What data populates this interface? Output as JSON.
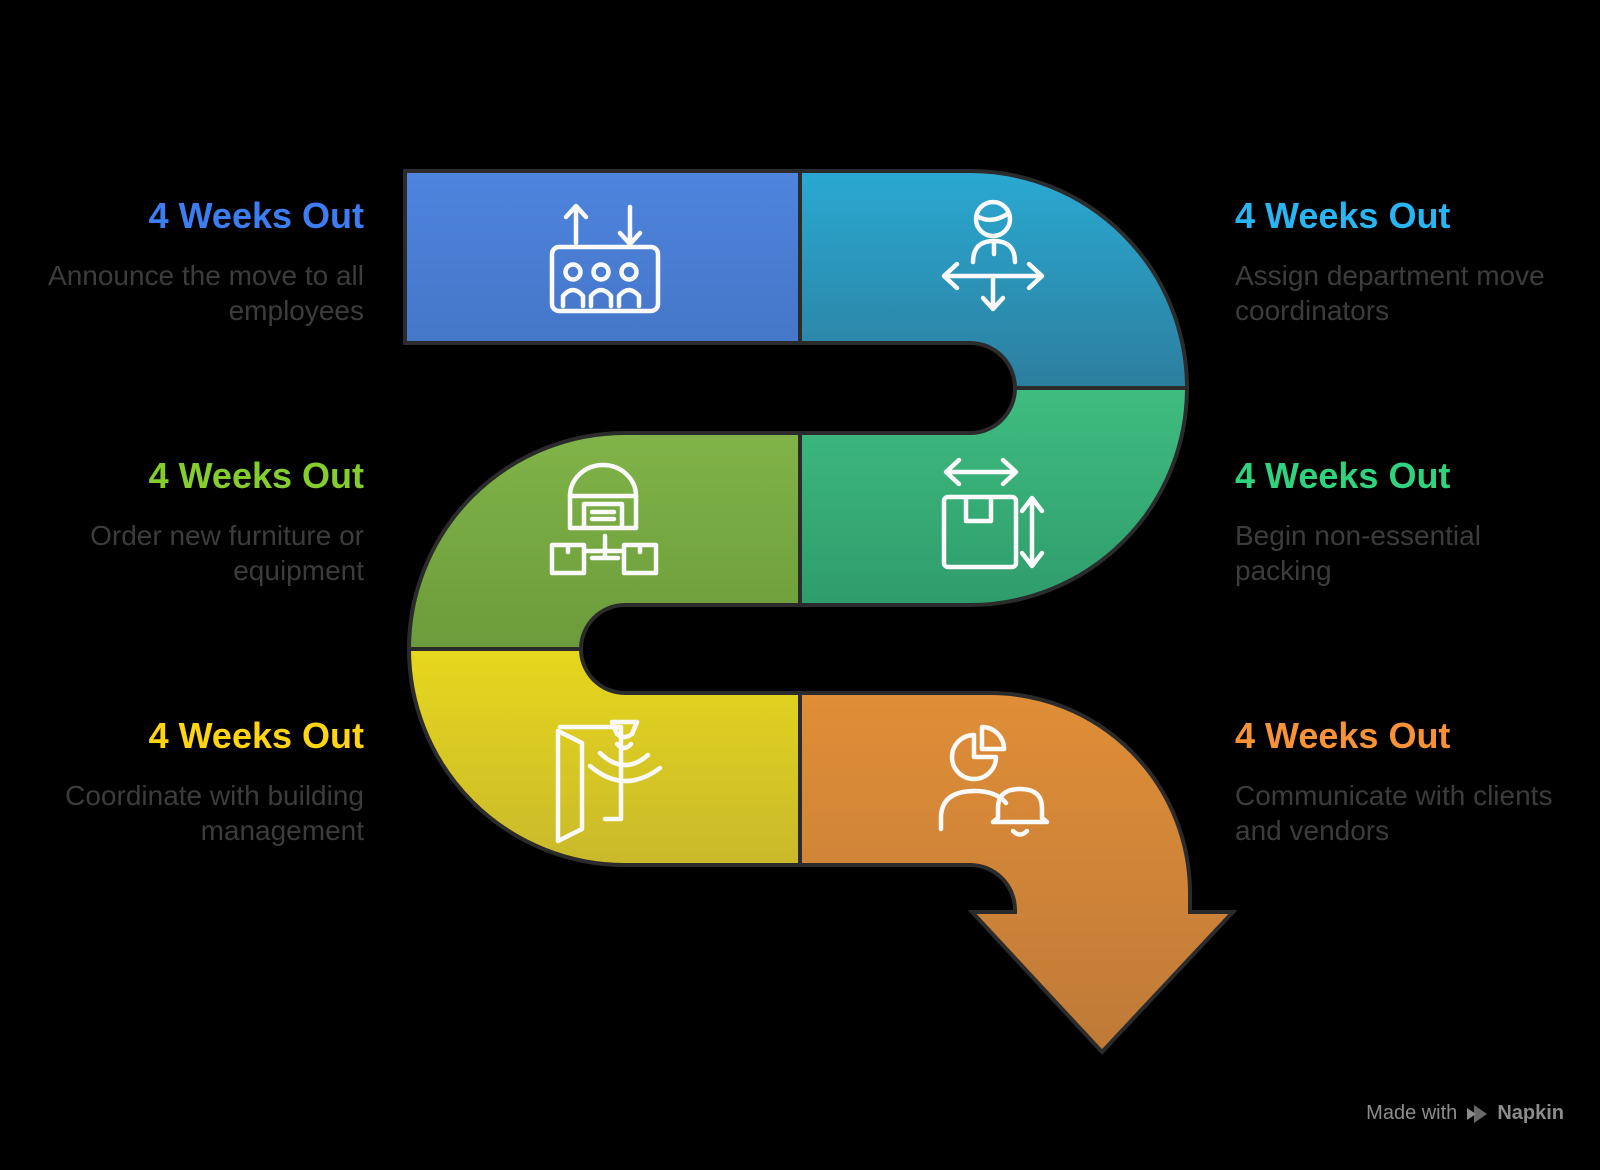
{
  "canvas": {
    "background": "#000000"
  },
  "snake": {
    "stroke_color": "#2B2B2B",
    "segments": [
      {
        "name": "segment-announce",
        "color_top": "#4E84DE",
        "color_bottom": "#4577C8"
      },
      {
        "name": "segment-coordinators",
        "color_top": "#2AA9D2",
        "color_bottom": "#2C7E9E"
      },
      {
        "name": "segment-packing",
        "color_top": "#3FBD80",
        "color_bottom": "#2F9C6C"
      },
      {
        "name": "segment-furniture",
        "color_top": "#80B348",
        "color_bottom": "#6C9C3B"
      },
      {
        "name": "segment-building",
        "color_top": "#E7D71D",
        "color_bottom": "#C9B92B"
      },
      {
        "name": "segment-clients",
        "color_top": "#E08E37",
        "color_bottom": "#BF7A38"
      }
    ],
    "arrow_direction": "down"
  },
  "steps": [
    {
      "title": "4 Weeks Out",
      "title_color": "#3D7DF2",
      "description": "Announce the move to all employees",
      "icon": "elevator-icon",
      "side": "left"
    },
    {
      "title": "4 Weeks Out",
      "title_color": "#29B4F2",
      "description": "Assign department move coordinators",
      "icon": "person-move-icon",
      "side": "right"
    },
    {
      "title": "4 Weeks Out",
      "title_color": "#85CC2D",
      "description": "Order new furniture or equipment",
      "icon": "warehouse-distribution-icon",
      "side": "left"
    },
    {
      "title": "4 Weeks Out",
      "title_color": "#30D37D",
      "description": "Begin non-essential packing",
      "icon": "box-dimensions-icon",
      "side": "right"
    },
    {
      "title": "4 Weeks Out",
      "title_color": "#FFD512",
      "description": "Coordinate with building management",
      "icon": "door-sensor-icon",
      "side": "left"
    },
    {
      "title": "4 Weeks Out",
      "title_color": "#F79237",
      "description": "Communicate with clients and vendors",
      "icon": "person-notification-icon",
      "side": "right"
    }
  ],
  "watermark": {
    "prefix": "Made with",
    "brand": "Napkin",
    "color": "#8C8C8C"
  }
}
